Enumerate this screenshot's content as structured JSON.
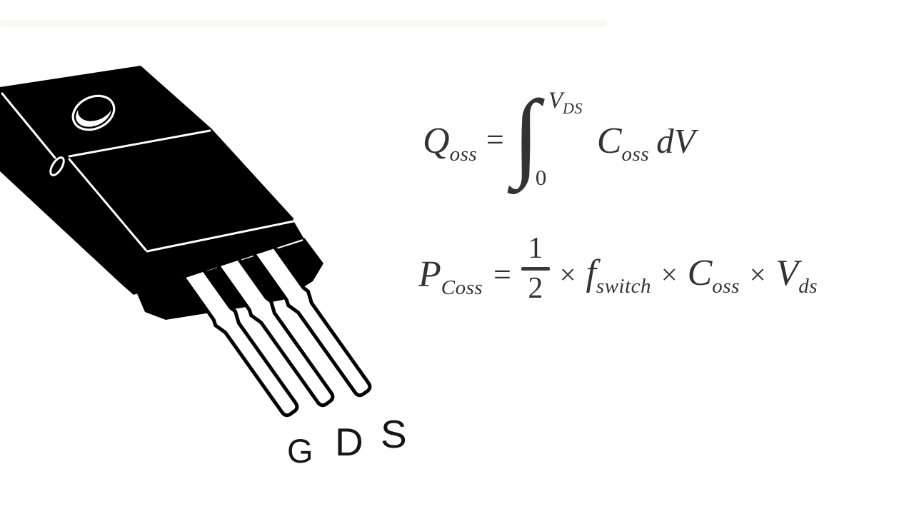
{
  "colors": {
    "background": "#ffffff",
    "device_ink": "#000000",
    "device_highlight": "#ffffff",
    "formula_text": "#333333",
    "pin_label_text": "#161616"
  },
  "device": {
    "pin_labels": {
      "gate": "G",
      "drain": "D",
      "source": "S"
    }
  },
  "formula_qoss": {
    "lhs": "Q",
    "lhs_sub": "oss",
    "eq": "=",
    "integral_sign": "∫",
    "upper_limit": "V",
    "upper_limit_sub": "DS",
    "lower_limit": "0",
    "integrand": "C",
    "integrand_sub": "oss",
    "differential": "dV"
  },
  "formula_pcoss": {
    "lhs": "P",
    "lhs_sub": "Coss",
    "eq": "=",
    "numerator": "1",
    "denominator": "2",
    "times1": "×",
    "freq": "f",
    "freq_sub": "switch",
    "times2": "×",
    "cap": "C",
    "cap_sub": "oss",
    "times3": "×",
    "volt": "V",
    "volt_sub": "ds"
  }
}
